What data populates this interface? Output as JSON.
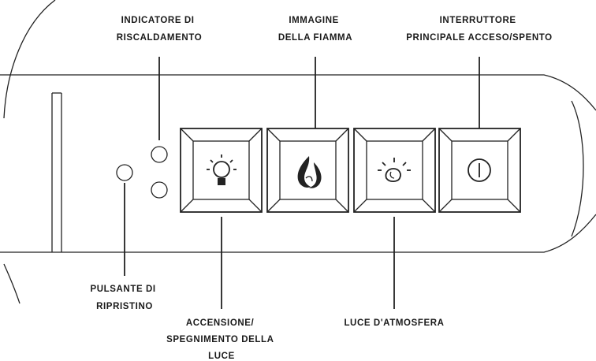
{
  "labels": {
    "heat_indicator": [
      "INDICATORE DI",
      "RISCALDAMENTO"
    ],
    "flame_image": [
      "IMMAGINE",
      "DELLA FIAMMA"
    ],
    "main_switch": [
      "INTERRUTTORE",
      "PRINCIPALE ACCESO/SPENTO"
    ],
    "reset_button": [
      "PULSANTE DI",
      "RIPRISTINO"
    ],
    "light_toggle": [
      "ACCENSIONE/",
      "SPEGNIMENTO DELLA",
      "LUCE"
    ],
    "mood_light": [
      "LUCE D'ATMOSFERA"
    ]
  },
  "icons": {
    "light_button": "light-bulb-icon",
    "flame_button": "flame-icon",
    "mood_button": "mood-light-icon",
    "power_button": "power-icon"
  }
}
